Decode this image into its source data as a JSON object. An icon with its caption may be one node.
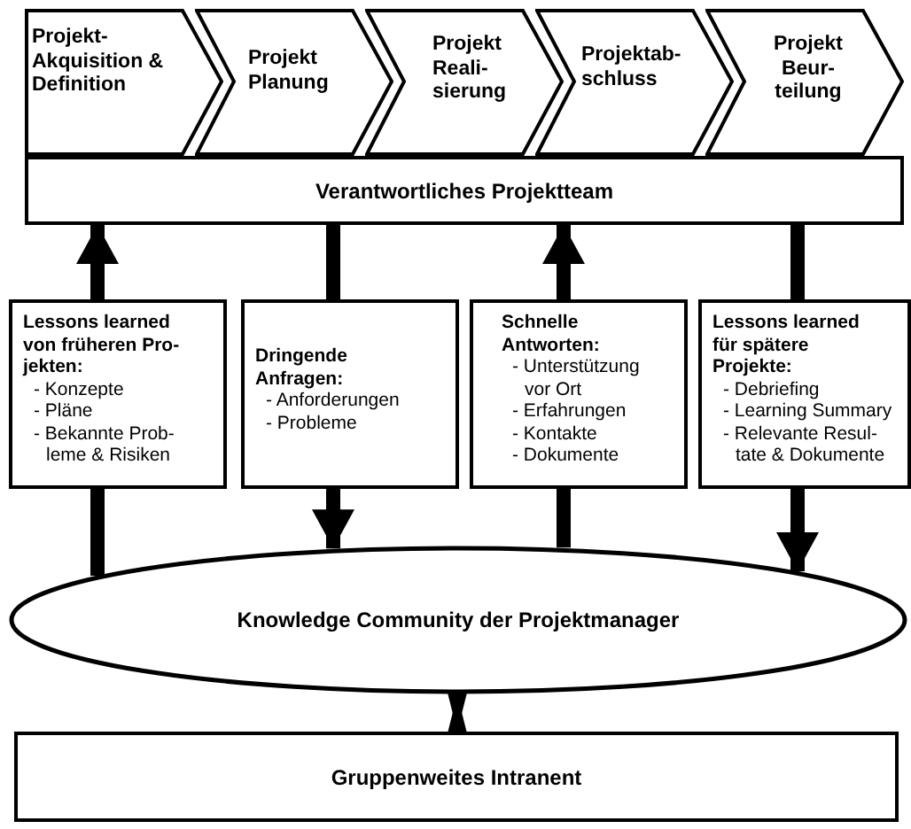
{
  "diagram": {
    "nodes": [
      {
        "text": [
          "Projekt-Akquisition & Definition"
        ]
      },
      {
        "text": [
          "Projekt Planung"
        ]
      },
      {
        "text": [
          "Projekt Reali-sierung"
        ]
      },
      {
        "text": [
          "Projektab-schluss"
        ]
      },
      {
        "text": [
          "Projekt Beur-teilung"
        ]
      },
      {
        "text": [
          "Verantwortliches Projektteam"
        ]
      },
      {
        "text": [
          "Lessons learned von früheren Pro-jekten:",
          "- Konzepte",
          "- Pläne",
          "- Bekannte Prob-leme & Risiken"
        ]
      },
      {
        "text": [
          "Dringende Anfragen:",
          "- Anforderungen",
          "- Probleme"
        ]
      },
      {
        "text": [
          "Schnelle Antworten:",
          "- Unterstützung vor Ort",
          "- Erfahrungen",
          "- Kontakte",
          "- Dokumente"
        ]
      },
      {
        "text": [
          "Lessons learned für spätere Projekte:",
          "- Debriefing",
          "- Learning Summary",
          "- Relevante Resul-tate & Dokumente"
        ]
      },
      {
        "text": [
          "Knowledge Community der Projektmanager"
        ]
      },
      {
        "text": [
          "Gruppenweites Intranent"
        ]
      }
    ],
    "edges": [
      {
        "from": 10,
        "to": 6,
        "arrow": "none"
      },
      {
        "from": 6,
        "to": 5,
        "arrow": "to"
      },
      {
        "from": 5,
        "to": 7,
        "arrow": "none"
      },
      {
        "from": 7,
        "to": 10,
        "arrow": "to"
      },
      {
        "from": 10,
        "to": 8,
        "arrow": "none"
      },
      {
        "from": 8,
        "to": 5,
        "arrow": "to"
      },
      {
        "from": 5,
        "to": 9,
        "arrow": "none"
      },
      {
        "from": 9,
        "to": 10,
        "arrow": "to"
      },
      {
        "from": 10,
        "to": 11,
        "arrow": "both"
      }
    ]
  }
}
